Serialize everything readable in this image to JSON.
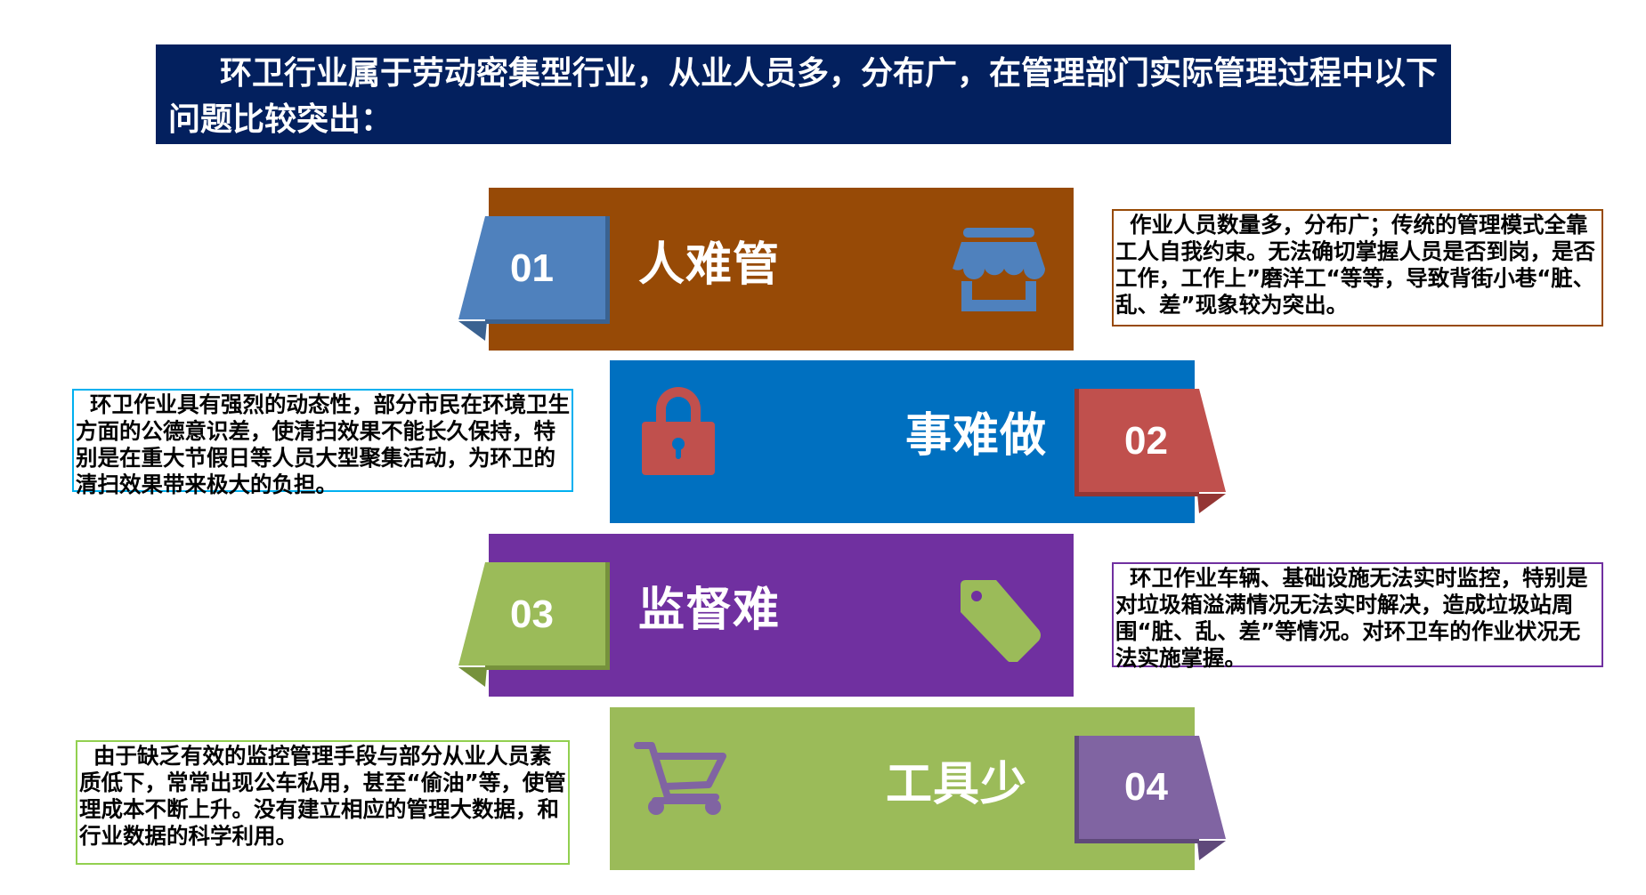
{
  "header": {
    "text": "环卫行业属于劳动密集型行业，从业人员多，分布广，在管理部门实际管理过程中以下问题比较突出："
  },
  "items": [
    {
      "number": "01",
      "title": "人难管",
      "icon": "storefront-icon",
      "band_color": "#974a06",
      "tab_color": "#4f81bd",
      "tab_shadow": "#3a6291",
      "icon_color": "#4f81bd",
      "note_border": "#974a06",
      "note": "作业人员数量多，分布广；传统的管理模式全靠工人自我约束。无法确切掌握人员是否到岗，是否工作，工作上”磨洋工“等等，导致背街小巷“脏、乱、差”现象较为突出。"
    },
    {
      "number": "02",
      "title": "事难做",
      "icon": "padlock-icon",
      "band_color": "#0070c0",
      "tab_color": "#c0504d",
      "tab_shadow": "#943634",
      "icon_color": "#c0504d",
      "note_border": "#00b0f0",
      "note": "环卫作业具有强烈的动态性，部分市民在环境卫生方面的公德意识差，使清扫效果不能长久保持，特别是在重大节假日等人员大型聚集活动，为环卫的清扫效果带来极大的负担。"
    },
    {
      "number": "03",
      "title": "监督难",
      "icon": "price-tag-icon",
      "band_color": "#7030a0",
      "tab_color": "#9bbb59",
      "tab_shadow": "#76923c",
      "icon_color": "#9bbb59",
      "note_border": "#7030a0",
      "note": "环卫作业车辆、基础设施无法实时监控，特别是对垃圾箱溢满情况无法实时解决，造成垃圾站周围“脏、乱、差”等情况。对环卫车的作业状况无法实施掌握。"
    },
    {
      "number": "04",
      "title": "工具少",
      "icon": "shopping-cart-icon",
      "band_color": "#9bbb59",
      "tab_color": "#8064a2",
      "tab_shadow": "#5f497a",
      "icon_color": "#8064a2",
      "note_border": "#92d050",
      "note": "由于缺乏有效的监控管理手段与部分从业人员素质低下，常常出现公车私用，甚至“偷油”等，使管理成本不断上升。没有建立相应的管理大数据，和行业数据的科学利用。"
    }
  ]
}
